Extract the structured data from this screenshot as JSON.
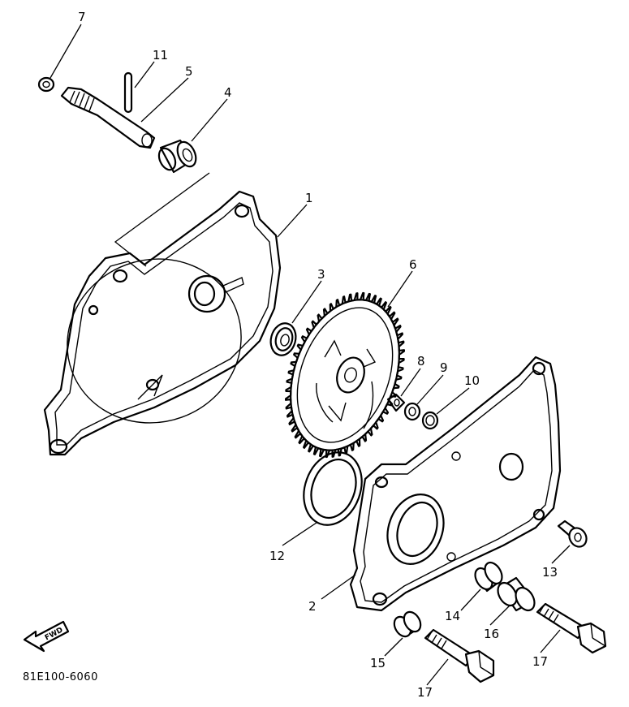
{
  "diagram": {
    "code": "81E100-6060",
    "fwd_label": "FWD",
    "callouts": [
      {
        "id": "c1",
        "label": "1"
      },
      {
        "id": "c2",
        "label": "2"
      },
      {
        "id": "c3",
        "label": "3"
      },
      {
        "id": "c4",
        "label": "4"
      },
      {
        "id": "c5",
        "label": "5"
      },
      {
        "id": "c6",
        "label": "6"
      },
      {
        "id": "c7",
        "label": "7"
      },
      {
        "id": "c8",
        "label": "8"
      },
      {
        "id": "c9",
        "label": "9"
      },
      {
        "id": "c10",
        "label": "10"
      },
      {
        "id": "c11",
        "label": "11"
      },
      {
        "id": "c12",
        "label": "12"
      },
      {
        "id": "c13",
        "label": "13"
      },
      {
        "id": "c14",
        "label": "14"
      },
      {
        "id": "c15",
        "label": "15"
      },
      {
        "id": "c16",
        "label": "16"
      },
      {
        "id": "c17a",
        "label": "17"
      },
      {
        "id": "c17b",
        "label": "17"
      }
    ]
  }
}
